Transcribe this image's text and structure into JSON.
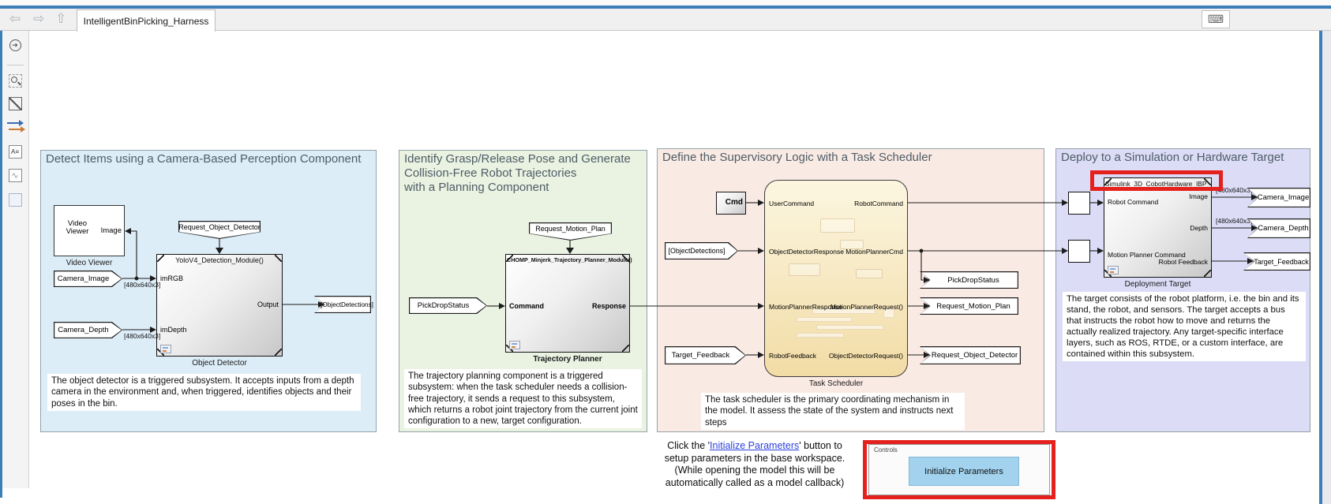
{
  "tab": {
    "title": "IntelligentBinPicking_Harness"
  },
  "toolbar_icons": [
    "hide-show-bar",
    "zoom-to-region",
    "fit-to-view",
    "signal-routing",
    "annotation",
    "image-annotation",
    "area-annotation"
  ],
  "panels": {
    "perception": {
      "title": "Detect Items using a Camera-Based Perception Component",
      "video_viewer": {
        "label": "Video Viewer",
        "port_image": "Image",
        "caption": "Video Viewer"
      },
      "request_tag": "Request_Object_Detector",
      "detector": {
        "header": "YoloV4_Detection_Module()",
        "port_imrgb": "imRGB",
        "port_imdepth": "imDepth",
        "port_output": "Output",
        "caption": "Object Detector"
      },
      "camera_image_tag": "Camera_Image",
      "camera_depth_tag": "Camera_Depth",
      "image_dim": "[480x640x3]",
      "depth_dim": "[480x640x3]",
      "detections_tag": "[ObjectDetections]",
      "description": "The object detector is a triggered subsystem. It accepts inputs from a depth camera in the environment and, when triggered, identifies objects and their poses in the bin."
    },
    "planning": {
      "title": "Identify Grasp/Release Pose and Generate\nCollision-Free Robot Trajectories\nwith a Planning Component",
      "request_tag": "Request_Motion_Plan",
      "pickdrop_tag": "PickDropStatus",
      "planner": {
        "header": "CHOMP_Minjerk_Trajectory_Planner_Module()",
        "port_command": "Command",
        "port_response": "Response",
        "caption": "Trajectory Planner"
      },
      "description": "The trajectory planning component is a triggered subsystem: when the task scheduler needs a collision-free trajectory, it sends a request to this subsystem, which returns a robot joint trajectory from the current joint configuration to a new, target configuration."
    },
    "scheduler": {
      "title": "Define the Supervisory Logic with a Task Scheduler",
      "cmd_label": "Cmd",
      "detections_tag": "[ObjectDetections]",
      "target_feedback_tag": "Target_Feedback",
      "block": {
        "caption": "Task Scheduler",
        "in_ports": [
          "UserCommand",
          "ObjectDetectorResponse",
          "MotionPlannerResponse",
          "RobotFeedback"
        ],
        "out_ports": [
          "RobotCommand",
          "MotionPlannerCmd",
          "MotionPlannerRequest()",
          "ObjectDetectorRequest()"
        ]
      },
      "out_tags": {
        "pickdrop": "PickDropStatus",
        "motion": "Request_Motion_Plan",
        "detector": "Request_Object_Detector"
      },
      "description": "The task scheduler is the primary coordinating mechanism in the model. It assess the state of the system and instructs next steps"
    },
    "deployment": {
      "title": "Deploy to a Simulation or Hardware Target",
      "block": {
        "header": "Simulink_3D_CobotHardware_IBP_",
        "port_robot_cmd": "Robot Command",
        "port_motion_cmd": "Motion Planner Command",
        "port_image": "Image",
        "port_depth": "Depth",
        "port_feedback": "Robot Feedback",
        "caption": "Deployment Target"
      },
      "image_dim": "[480x640x3]",
      "depth_dim": "[480x640x3]",
      "out_tags": {
        "image": "Camera_Image",
        "depth": "Camera_Depth",
        "feedback": "Target_Feedback"
      },
      "description": "The target consists of the robot platform, i.e. the bin and its stand, the robot, and sensors. The target accepts a bus that instructs the robot how to move and returns the actually realized trajectory. Any target-specific interface layers, such as ROS, RTDE, or a custom interface, are contained within this subsystem."
    }
  },
  "footer": {
    "note_pre": "Click the '",
    "note_link": "Initialize Parameters",
    "note_post": "' button to",
    "note_rest": "setup parameters in the base workspace.\n(While opening the model this will be\nautomatically called as a model callback)",
    "controls_label": "Controls",
    "button_label": "Initialize Parameters"
  },
  "colors": {
    "accent_red": "#e5211e",
    "button_blue": "#a2d2ee",
    "link_blue": "#2d41dd",
    "window_blue": "#3c7eb8",
    "panel_perception": "#ddedf8",
    "panel_planning": "#eaf2e2",
    "panel_scheduler": "#faeae4",
    "panel_deployment": "#dcdcf7",
    "scheduler_block": "#f8ecc8"
  }
}
